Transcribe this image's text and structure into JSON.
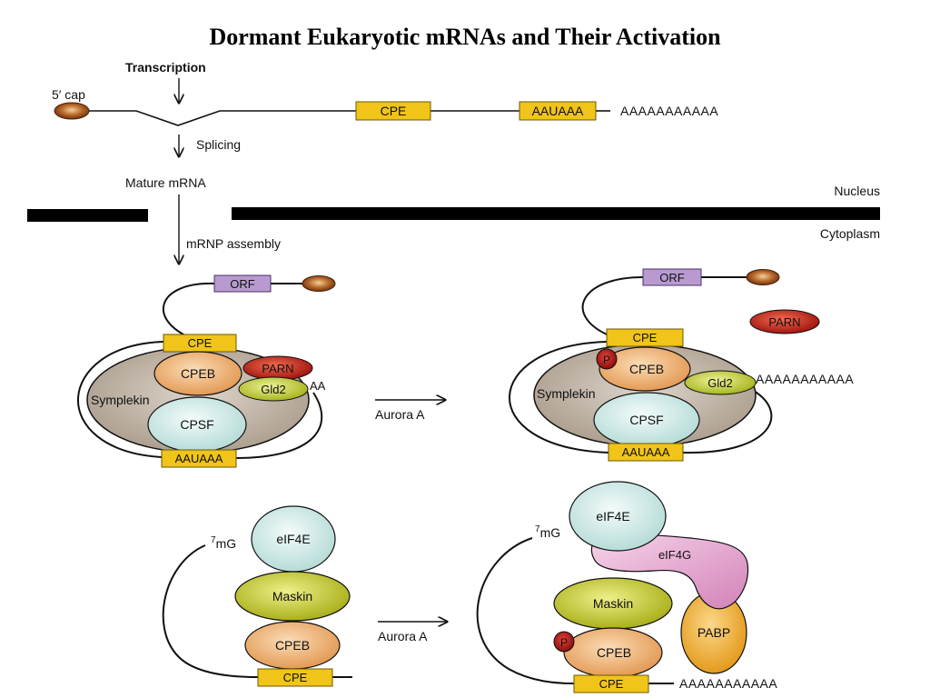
{
  "title": "Dormant Eukaryotic mRNAs and Their Activation",
  "labels": {
    "transcription": "Transcription",
    "cap": "5′ cap",
    "splicing": "Splicing",
    "mature_mrna": "Mature mRNA",
    "nucleus": "Nucleus",
    "cytoplasm": "Cytoplasm",
    "mrnp_assembly": "mRNP assembly",
    "aurora_a_1": "Aurora A",
    "aurora_a_2": "Aurora A",
    "seven_mg_left": "mG",
    "seven_mg_left_sup": "7",
    "seven_mg_right": "mG",
    "seven_mg_right_sup": "7"
  },
  "pre_mrna": {
    "cpe": "CPE",
    "aauaaa": "AAUAAA",
    "polya": "AAAAAAAAAAA"
  },
  "dormant_complex": {
    "orf": "ORF",
    "cpe": "CPE",
    "cpeb": "CPEB",
    "parn": "PARN",
    "gld2": "Gld2",
    "aa": "AA",
    "symplekin": "Symplekin",
    "cpsf": "CPSF",
    "aauaaa": "AAUAAA"
  },
  "active_complex": {
    "orf": "ORF",
    "cpe": "CPE",
    "parn": "PARN",
    "phospho": "P",
    "cpeb": "CPEB",
    "gld2": "Gld2",
    "polya": "AAAAAAAAAAA",
    "symplekin": "Symplekin",
    "cpsf": "CPSF",
    "aauaaa": "AAUAAA"
  },
  "maskin_repressed": {
    "eif4e": "eIF4E",
    "maskin": "Maskin",
    "cpeb": "CPEB",
    "cpe": "CPE"
  },
  "maskin_active": {
    "eif4e": "eIF4E",
    "eif4g": "eIF4G",
    "maskin": "Maskin",
    "pabp": "PABP",
    "phospho": "P",
    "cpeb": "CPEB",
    "cpe": "CPE",
    "polya": "AAAAAAAAAAA"
  },
  "colors": {
    "box_yellow": "#f0c419",
    "orf_purple": "#b89ad0",
    "cpeb_orange": "#f0b57a",
    "parn_red": "#c0261e",
    "gld2_green": "#c8d63a",
    "cpsf_teal": "#d3ecea",
    "symplekin_gray": "#bfb3a6",
    "maskin_green": "#c9d232",
    "pabp_orange": "#f2b33c",
    "eif4g_pink": "#e6a8cf",
    "cap_brown": "#8b4a1c",
    "membrane": "#000000"
  }
}
